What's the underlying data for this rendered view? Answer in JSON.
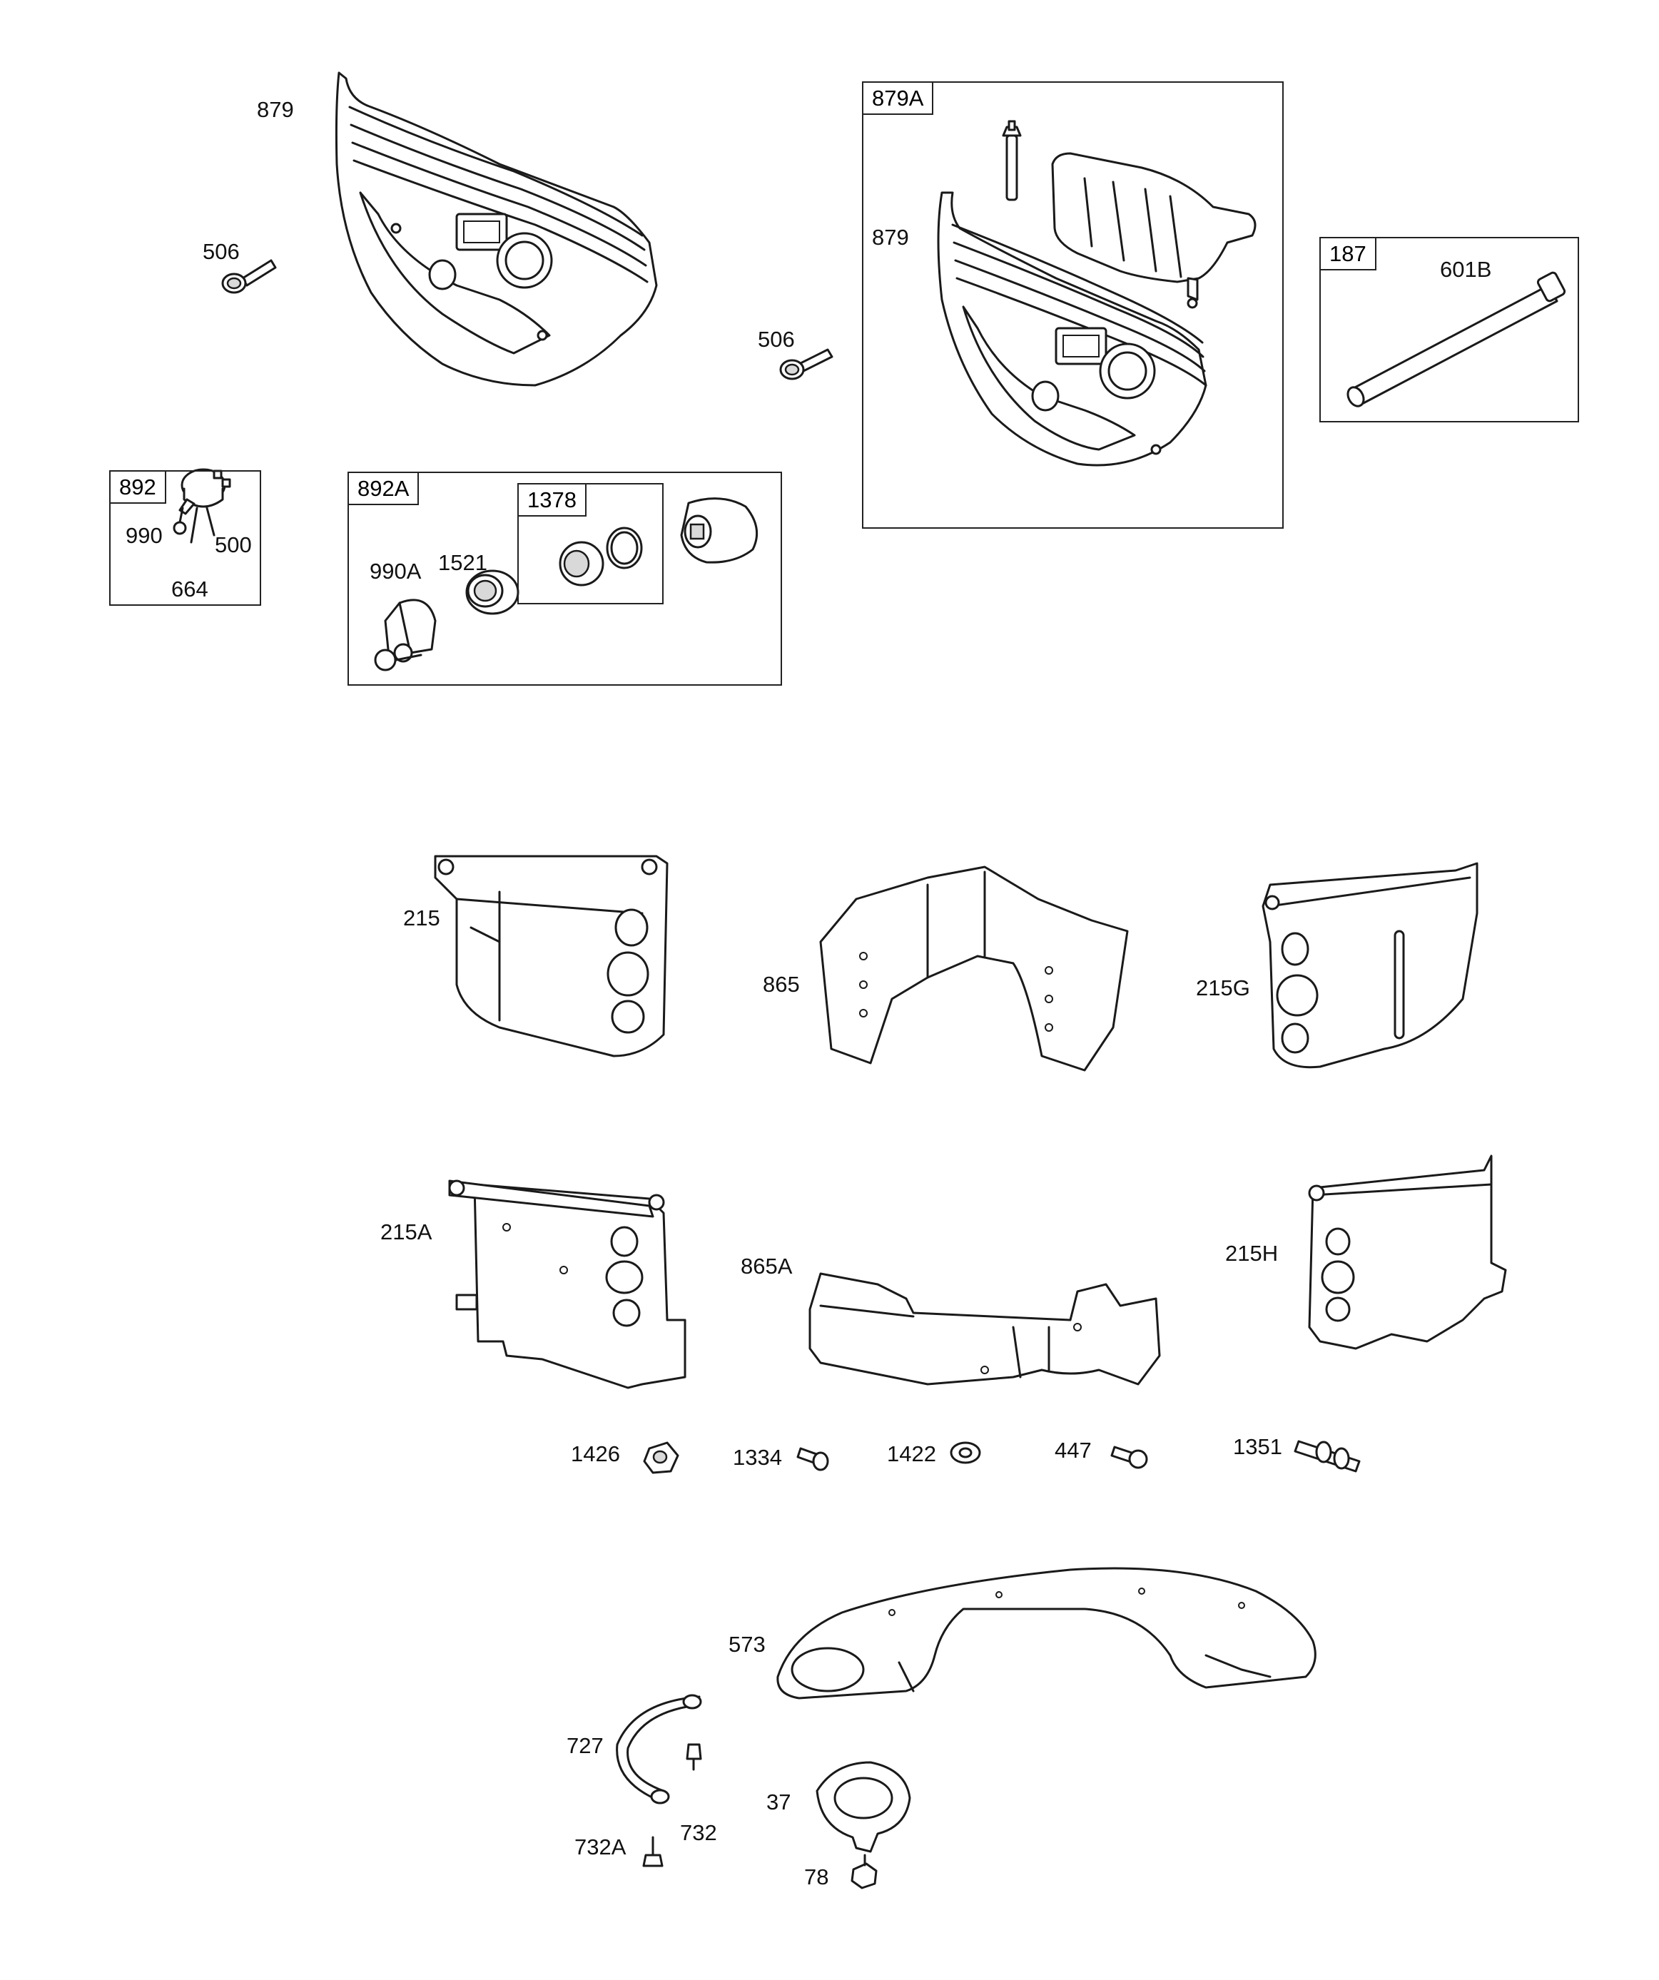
{
  "boxes": {
    "b892": "892",
    "b892A": "892A",
    "b1378": "1378",
    "b879A": "879A",
    "b187": "187"
  },
  "labels": {
    "l879_top": "879",
    "l506_left": "506",
    "l879_box": "879",
    "l506_mid": "506",
    "l601B": "601B",
    "l990": "990",
    "l500": "500",
    "l664": "664",
    "l990A": "990A",
    "l1521": "1521",
    "l215": "215",
    "l865": "865",
    "l215G": "215G",
    "l215A": "215A",
    "l865A": "865A",
    "l215H": "215H",
    "l1426": "1426",
    "l1334": "1334",
    "l1422": "1422",
    "l447": "447",
    "l1351": "1351",
    "l573": "573",
    "l727": "727",
    "l732": "732",
    "l732A": "732A",
    "l37": "37",
    "l78": "78"
  }
}
